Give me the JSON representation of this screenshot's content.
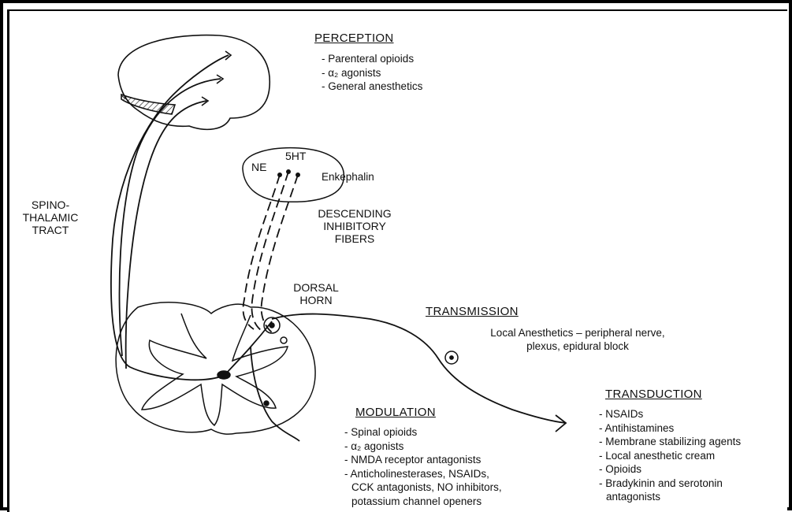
{
  "perception": {
    "heading": "PERCEPTION",
    "items": [
      "Parenteral opioids",
      "α₂ agonists",
      "General anesthetics"
    ]
  },
  "brainstem": {
    "ne": "NE",
    "ht": "5HT",
    "enkephalin": "Enkephalin"
  },
  "descending": [
    "DESCENDING",
    "INHIBITORY",
    "FIBERS"
  ],
  "spinothalamic": [
    "SPINO-",
    "THALAMIC",
    "TRACT"
  ],
  "dorsal_horn": [
    "DORSAL",
    "HORN"
  ],
  "transmission": {
    "heading": "TRANSMISSION",
    "lines": [
      "Local Anesthetics – peripheral nerve,",
      "plexus, epidural block"
    ]
  },
  "transduction": {
    "heading": "TRANSDUCTION",
    "items": [
      "NSAIDs",
      "Antihistamines",
      "Membrane stabilizing agents",
      "Local anesthetic cream",
      "Opioids",
      "Bradykinin and serotonin",
      "antagonists"
    ]
  },
  "modulation": {
    "heading": "MODULATION",
    "items": [
      "Spinal opioids",
      "α₂ agonists",
      "NMDA receptor antagonists",
      "Anticholinesterases, NSAIDs,",
      "CCK antagonists, NO inhibitors,",
      "potassium channel openers"
    ]
  }
}
